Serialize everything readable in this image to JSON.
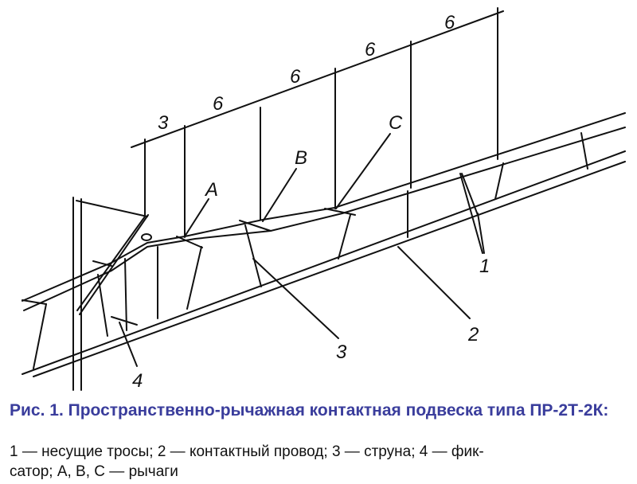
{
  "diagram": {
    "dimensions": [
      "3",
      "6",
      "6",
      "6",
      "6"
    ],
    "levers": [
      "A",
      "B",
      "C"
    ],
    "callouts": [
      "1",
      "2",
      "3",
      "4"
    ]
  },
  "caption": {
    "title": "Рис. 1. Пространственно-рычажная контактная подвеска типа ПР-2Т-2К:",
    "legend_line1": "1 — несущие тросы; 2 — контактный провод; 3 — струна; 4 — фик-",
    "legend_line2": "сатор; А, В, С — рычаги"
  }
}
